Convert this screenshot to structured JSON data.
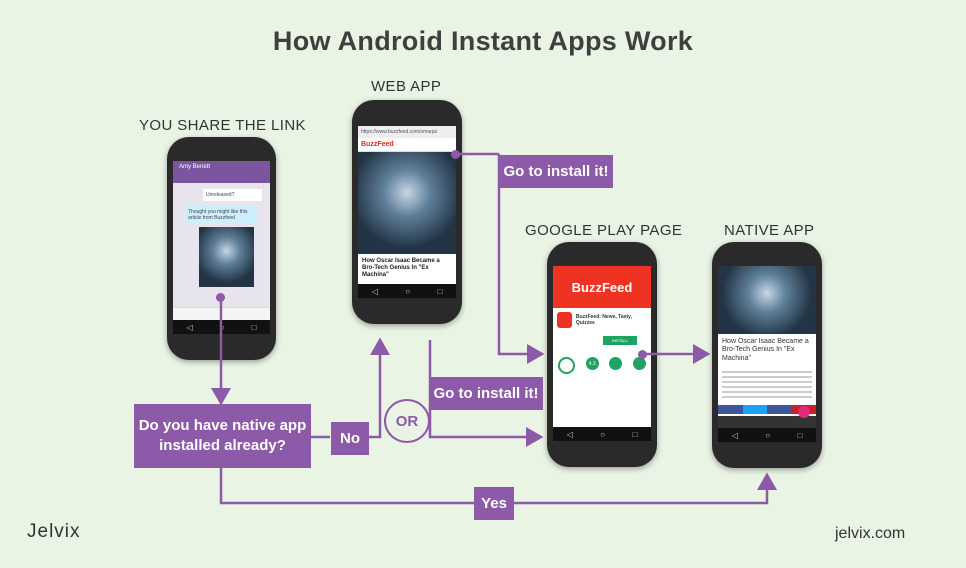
{
  "title": "How Android Instant Apps Work",
  "sections": {
    "share": "YOU SHARE THE LINK",
    "web": "WEB APP",
    "play": "GOOGLE PLAY PAGE",
    "native": "NATIVE APP"
  },
  "flow": {
    "question": "Do you have native app installed already?",
    "no": "No",
    "or": "OR",
    "yes": "Yes",
    "install_top": "Go to install it!",
    "install_mid": "Go to install it!"
  },
  "phones": {
    "chat": {
      "header": "Amy Benett",
      "messages": [
        "Unreleased?",
        "Thought you might like this article from Buzzfeed"
      ]
    },
    "web": {
      "url": "https://www.buzzfeed.com/omarjai",
      "brand": "BuzzFeed",
      "headline": "How Oscar Isaac Became a Bro-Tech Genius In \"Ex Machina\""
    },
    "play": {
      "banner": "BuzzFeed",
      "app_name": "BuzzFeed: News, Tasty, Quizzes",
      "install": "INSTALL",
      "rating": "4.3"
    },
    "native": {
      "headline": "How Oscar Isaac Became a Bro-Tech Genius In \"Ex Machina\""
    }
  },
  "footer": {
    "logo": "Jelvix",
    "site": "jelvix.com"
  },
  "colors": {
    "accent": "#8c5aa8",
    "background": "#e9f4e5",
    "buzzfeed_red": "#ee3322"
  }
}
